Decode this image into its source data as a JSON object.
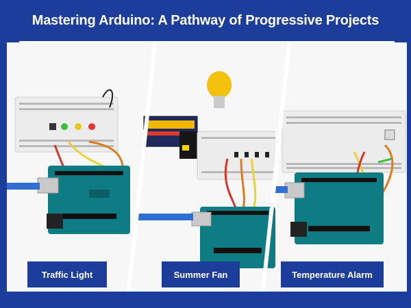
{
  "header": {
    "title": "Mastering Arduino: A Pathway of Progressive Projects"
  },
  "projects": [
    {
      "label": "Traffic Light"
    },
    {
      "label": "Summer Fan"
    },
    {
      "label": "Temperature Alarm"
    }
  ],
  "colors": {
    "brand_blue": "#1c3d9a",
    "board_teal": "#0f7c84",
    "breadboard": "#ececec",
    "cable_blue": "#2f6fd1"
  },
  "icons": [
    "arduino-board",
    "breadboard",
    "usb-cable",
    "led",
    "fan-blade",
    "battery",
    "temperature-sensor"
  ]
}
